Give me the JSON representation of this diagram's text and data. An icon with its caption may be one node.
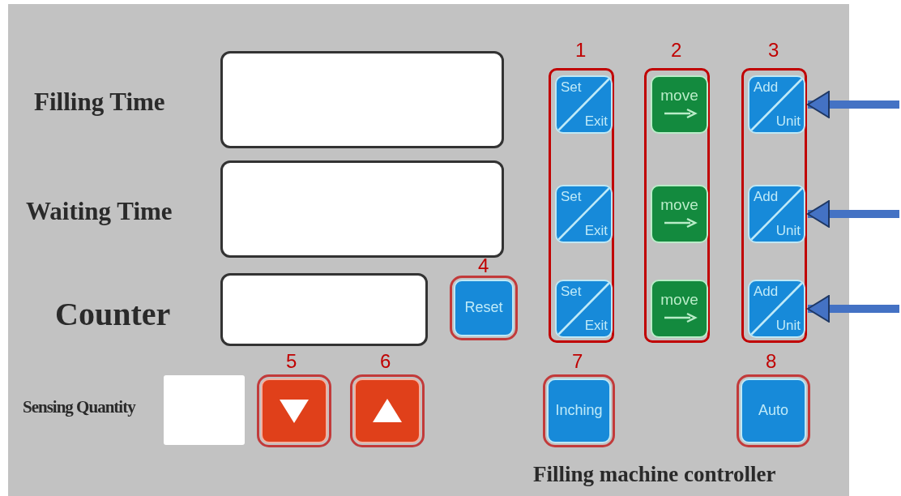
{
  "diagram": {
    "nodes": [
      {
        "text": [],
        "shape": "box",
        "beside": [
          "Filling Time"
        ]
      },
      {
        "text": [],
        "shape": "box",
        "beside": [
          "Waiting Time"
        ]
      },
      {
        "text": [],
        "shape": "box",
        "beside": [
          "Counter"
        ]
      },
      {
        "text": [
          "Reset"
        ],
        "beside": [
          "4"
        ]
      },
      {
        "text": [],
        "shape": "box",
        "beside": [
          "Sensing Quantity"
        ]
      },
      {
        "text": [],
        "shape": "box",
        "beside": [
          "5"
        ]
      },
      {
        "text": [],
        "shape": "box",
        "beside": [
          "6"
        ]
      },
      {
        "text": [
          "1"
        ]
      },
      {
        "text": [
          "Set",
          "Exit"
        ],
        "in": 7
      },
      {
        "text": [
          "Set",
          "Exit"
        ],
        "in": 7
      },
      {
        "text": [
          "Set",
          "Exit"
        ],
        "in": 7
      },
      {
        "text": [
          "2"
        ]
      },
      {
        "text": [
          "move"
        ],
        "in": 11
      },
      {
        "text": [
          "move"
        ],
        "in": 11
      },
      {
        "text": [
          "move"
        ],
        "in": 11
      },
      {
        "text": [
          "3"
        ]
      },
      {
        "text": [
          "Add",
          "Unit"
        ],
        "in": 15
      },
      {
        "text": [
          "Add",
          "Unit"
        ],
        "in": 15
      },
      {
        "text": [
          "Add",
          "Unit"
        ],
        "in": 15
      },
      {
        "text": [
          "Inching"
        ],
        "beside": [
          "7"
        ]
      },
      {
        "text": [
          "Auto"
        ],
        "beside": [
          "8"
        ]
      }
    ],
    "edges": [
      {
        "from": null,
        "to": 16,
        "arrow": "to"
      },
      {
        "from": null,
        "to": 17,
        "arrow": "to"
      },
      {
        "from": null,
        "to": 18,
        "arrow": "to"
      }
    ],
    "labels": [
      "Filling machine controller"
    ]
  }
}
